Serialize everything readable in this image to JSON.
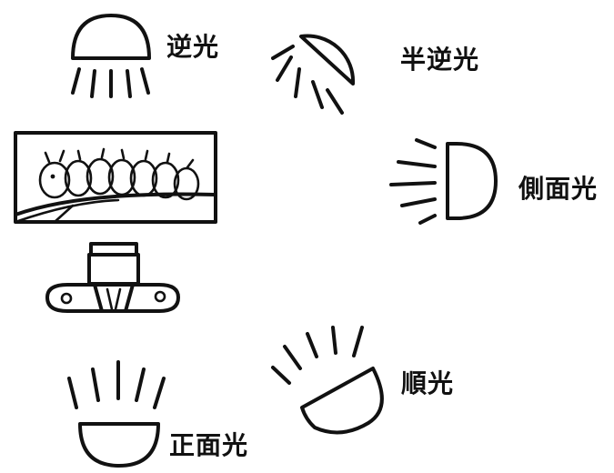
{
  "labels": {
    "backlight": "逆光",
    "half_backlight": "半逆光",
    "sidelight": "側面光",
    "direct_light": "順光",
    "front_light": "正面光"
  }
}
